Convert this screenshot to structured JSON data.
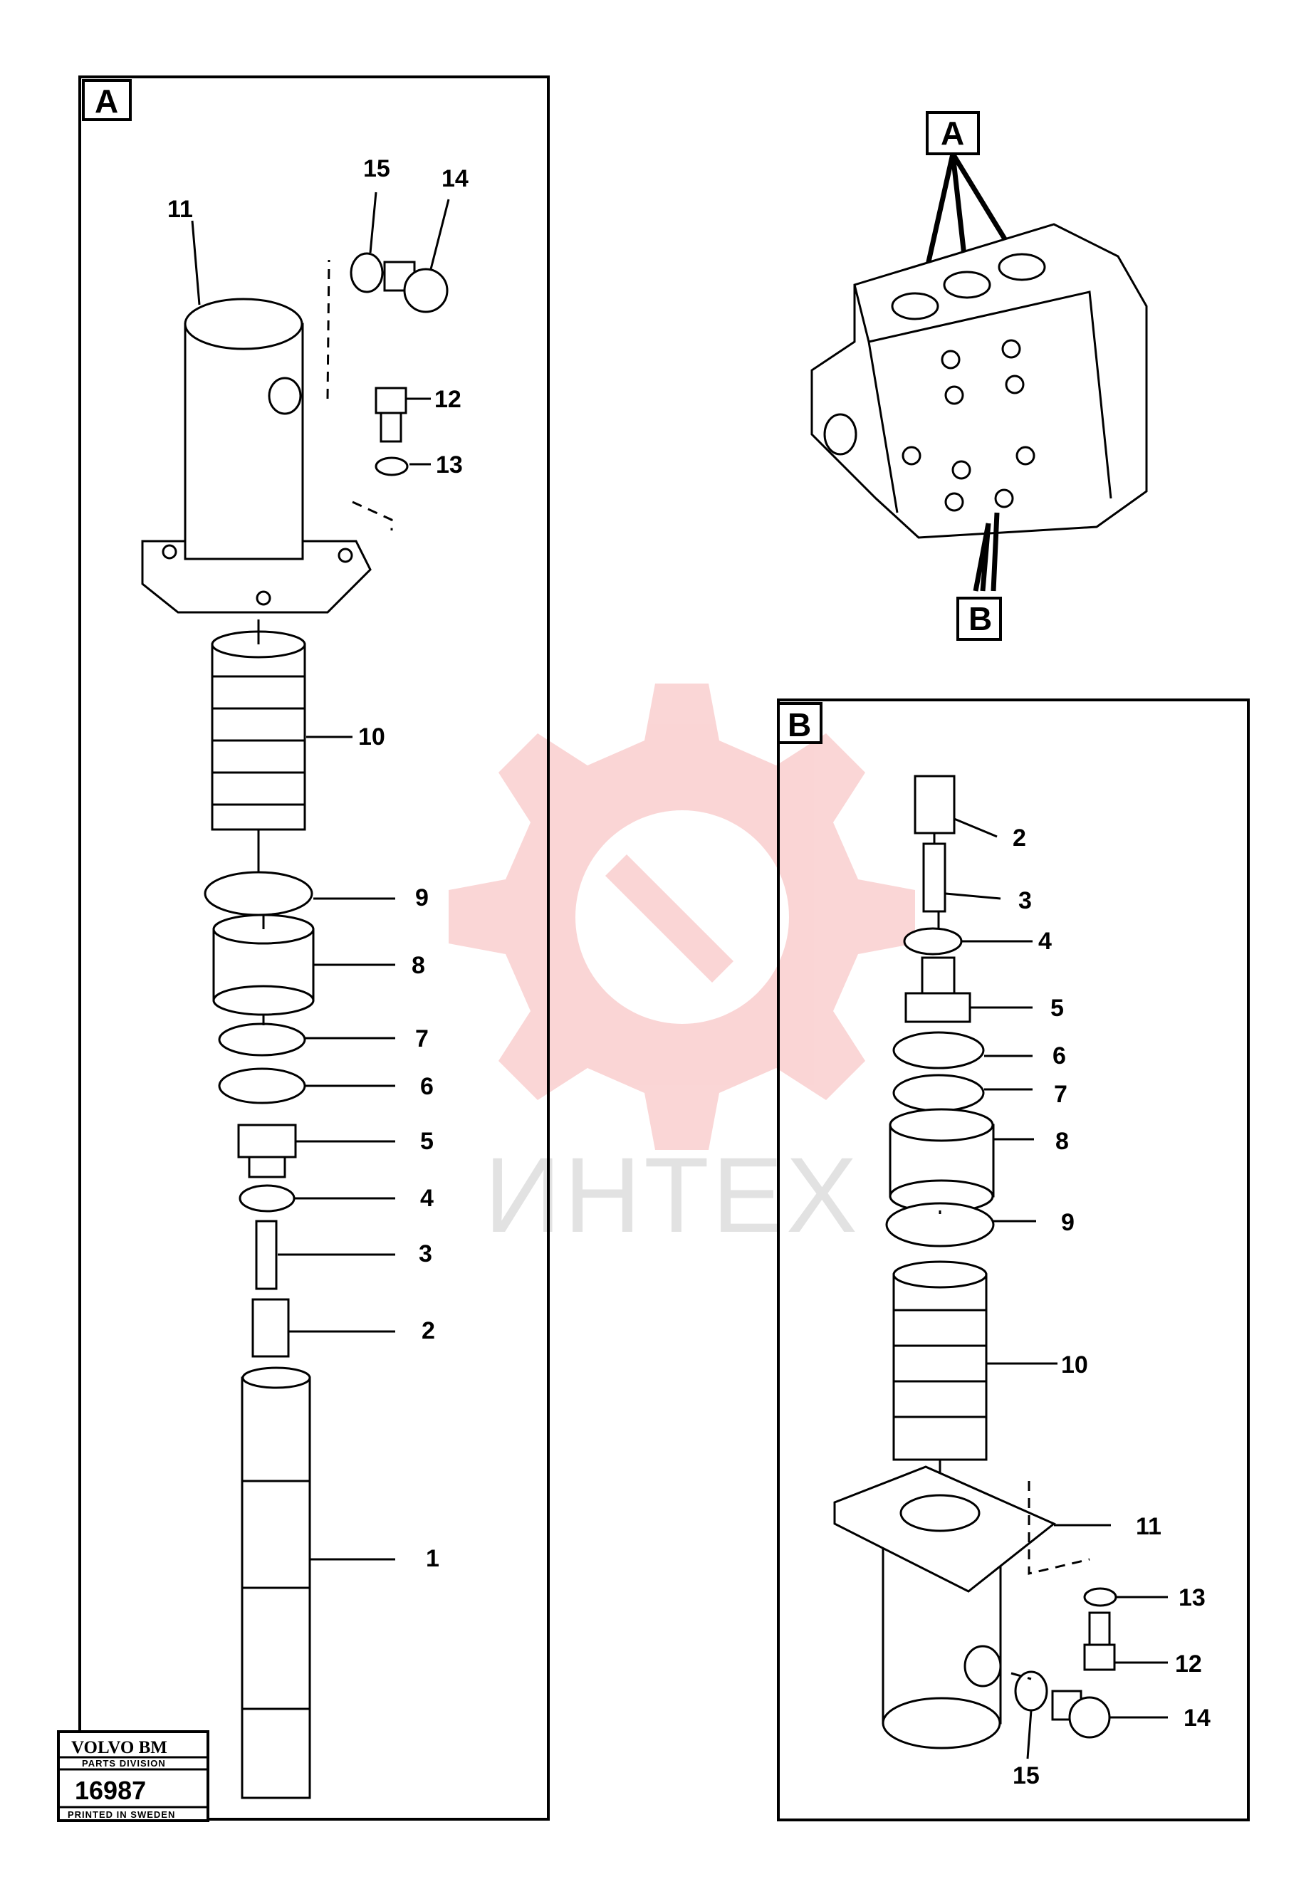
{
  "panels": {
    "a": {
      "tag": "A",
      "labels": [
        "15",
        "14",
        "11",
        "12",
        "13",
        "10",
        "9",
        "8",
        "7",
        "6",
        "5",
        "4",
        "3",
        "2",
        "1"
      ]
    },
    "b": {
      "tag": "B",
      "labels": [
        "2",
        "3",
        "4",
        "5",
        "6",
        "7",
        "8",
        "9",
        "10",
        "11",
        "13",
        "12",
        "14",
        "15"
      ]
    }
  },
  "overview": {
    "callout_top": "A",
    "callout_bottom": "B"
  },
  "stamp": {
    "brand": "VOLVO BM",
    "division": "PARTS DIVISION",
    "number": "16987",
    "origin": "PRINTED IN SWEDEN"
  },
  "watermark": {
    "text": "ИНТЕХ",
    "color": "#f3a0a0"
  }
}
